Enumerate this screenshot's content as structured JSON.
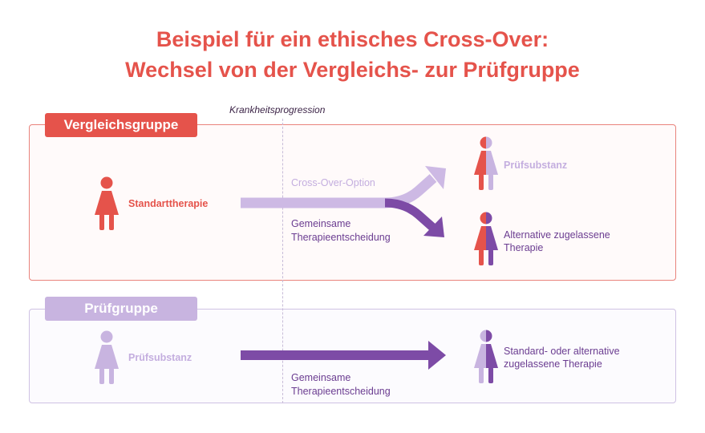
{
  "title": {
    "line1": "Beispiel für ein ethisches Cross-Over:",
    "line2": "Wechsel von der Vergleichs- zur Prüfgruppe"
  },
  "axis_label": "Krankheitsprogression",
  "groups": {
    "control": {
      "tab": "Vergleichsgruppe",
      "start_label": "Standarttherapie",
      "arrow_upper_label": "Cross-Over-Option",
      "arrow_lower_label_1": "Gemeinsame",
      "arrow_lower_label_2": "Therapieentscheidung",
      "outcome_1": "Prüfsubstanz",
      "outcome_2_line1": "Alternative zugelassene",
      "outcome_2_line2": "Therapie"
    },
    "test": {
      "tab": "Prüfgruppe",
      "start_label": "Prüfsubstanz",
      "arrow_label_1": "Gemeinsame",
      "arrow_label_2": "Therapieentscheidung",
      "outcome_line1": "Standard- oder alternative",
      "outcome_line2": "zugelassene Therapie"
    }
  },
  "colors": {
    "red": "#e5534b",
    "lilac": "#c8b4e0",
    "purple": "#7a4aa0"
  }
}
